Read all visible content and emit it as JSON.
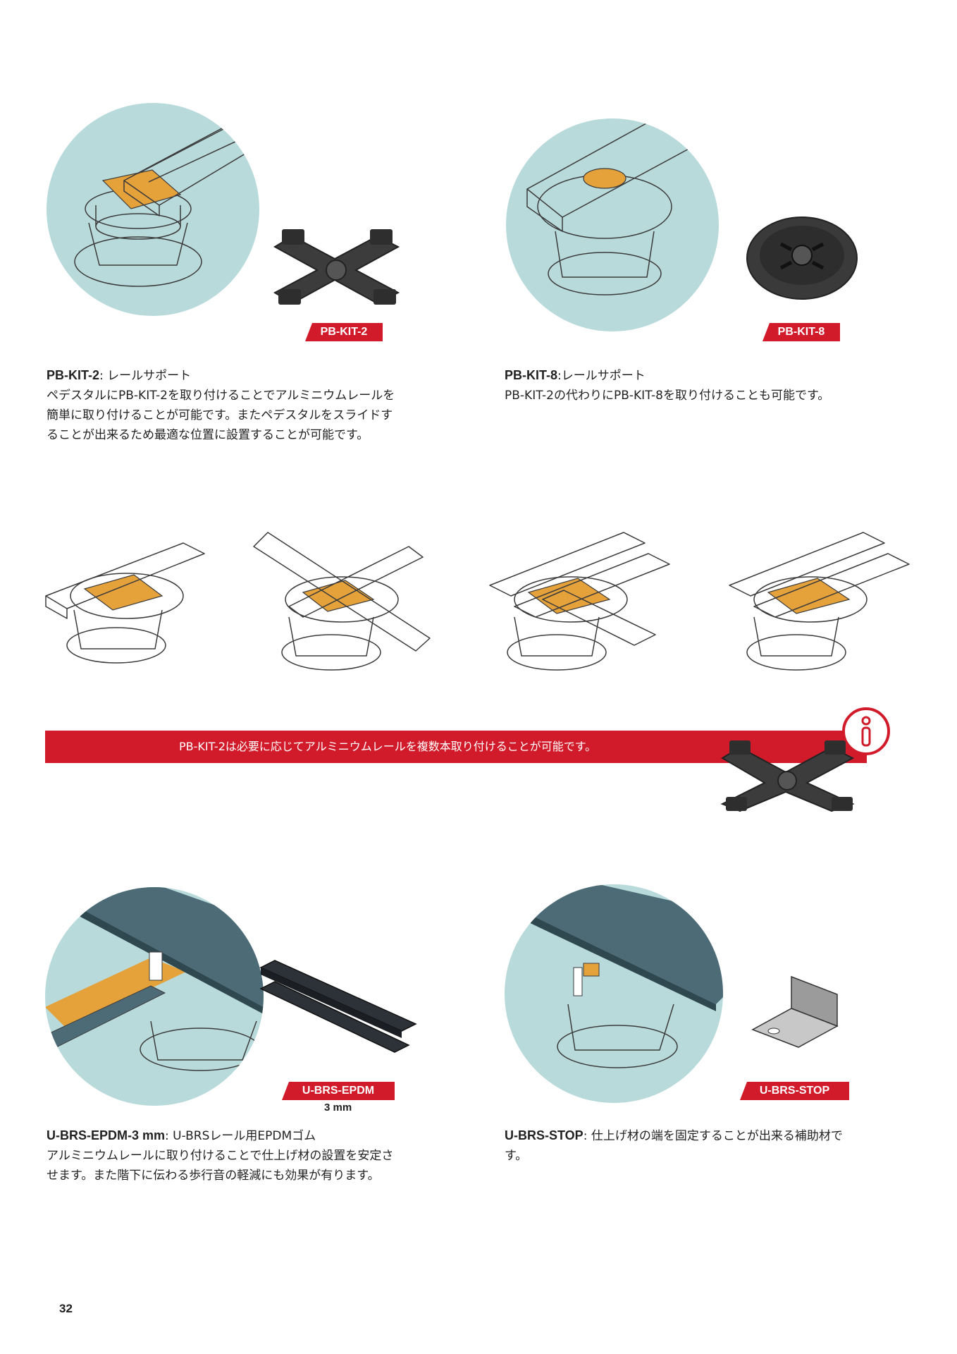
{
  "sections": {
    "kit2": {
      "tag": "PB-KIT-2",
      "title": "PB-KIT-2",
      "title_suffix": ": レールサポート",
      "lines": [
        "ペデスタルにPB-KIT-2を取り付けることでアルミニウムレールを",
        "簡単に取り付けることが可能です。またペデスタルをスライドす",
        "ることが出来るため最適な位置に設置することが可能です。"
      ]
    },
    "kit8": {
      "tag": "PB-KIT-8",
      "title": "PB-KIT-8",
      "title_suffix": ":レールサポート",
      "lines": [
        "PB-KIT-2の代わりにPB-KIT-8を取り付けることも可能です。"
      ]
    },
    "banner": {
      "text": "PB-KIT-2は必要に応じてアルミニウムレールを複数本取り付けることが可能です。"
    },
    "epdm": {
      "tag": "U-BRS-EPDM",
      "size_label": "3 mm",
      "title": "U-BRS-EPDM-3 mm",
      "title_suffix": ": U-BRSレール用EPDMゴム",
      "lines": [
        "アルミニウムレールに取り付けることで仕上げ材の設置を安定さ",
        "せます。また階下に伝わる歩行音の軽減にも効果が有ります。"
      ]
    },
    "stop": {
      "tag": "U-BRS-STOP",
      "title": "U-BRS-STOP",
      "title_suffix": ": 仕上げ材の端を固定することが出来る補助材で",
      "lines": [
        "す。"
      ]
    }
  },
  "page_number": "32",
  "colors": {
    "accent_red": "#d11b2a",
    "circle_bg": "#b9dadb",
    "orange": "#e5a13a",
    "dark_slate": "#4d6b76",
    "dark_part": "#3a3a3a"
  },
  "icons": [
    "info-icon"
  ]
}
